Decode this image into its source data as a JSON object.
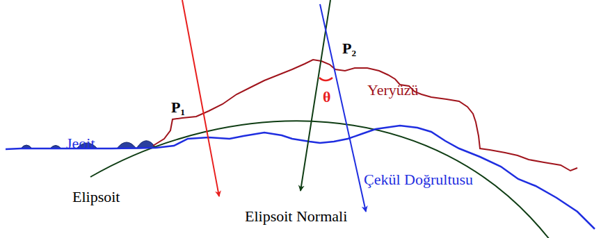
{
  "diagram": {
    "labels": [
      "P₁",
      "P₂",
      "Yeryüzü",
      "θ",
      "Jeoit",
      "Elipsoit",
      "Elipsoit Normali",
      "Çekül Doğrultusu"
    ]
  }
}
